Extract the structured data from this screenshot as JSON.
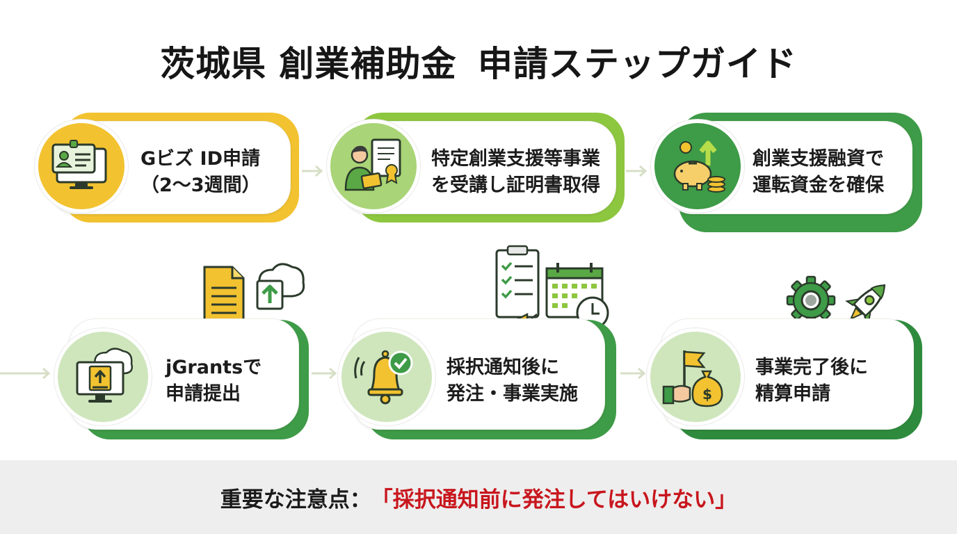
{
  "title": {
    "highlighted": "茨城県 創業補助金",
    "rest": "申請ステップガイド"
  },
  "steps": [
    {
      "line1": "Gビズ ID申請",
      "line2": "（2〜3週間）",
      "icon": "id-card-monitor-icon"
    },
    {
      "line1": "特定創業支援等事業",
      "line2": "を受講し証明書取得",
      "icon": "person-certificate-icon"
    },
    {
      "line1": "創業支援融資で",
      "line2": "運転資金を確保",
      "icon": "piggy-bank-growth-icon"
    },
    {
      "line1": "jGrantsで",
      "line2": "申請提出",
      "icon": "cloud-upload-monitor-icon"
    },
    {
      "line1": "採択通知後に",
      "line2": "発注・事業実施",
      "icon": "bell-check-icon"
    },
    {
      "line1": "事業完了後に",
      "line2": "精算申請",
      "icon": "flag-money-bag-icon"
    }
  ],
  "colors": {
    "yellow": "#f2c230",
    "light_green": "#8dc63f",
    "green": "#3e9b47",
    "dark_green": "#2e8b3d",
    "warning_red": "#c8161d"
  },
  "banner": {
    "note": "重要な注意点：",
    "warning": "「採択通知前に発注してはいけない」"
  }
}
